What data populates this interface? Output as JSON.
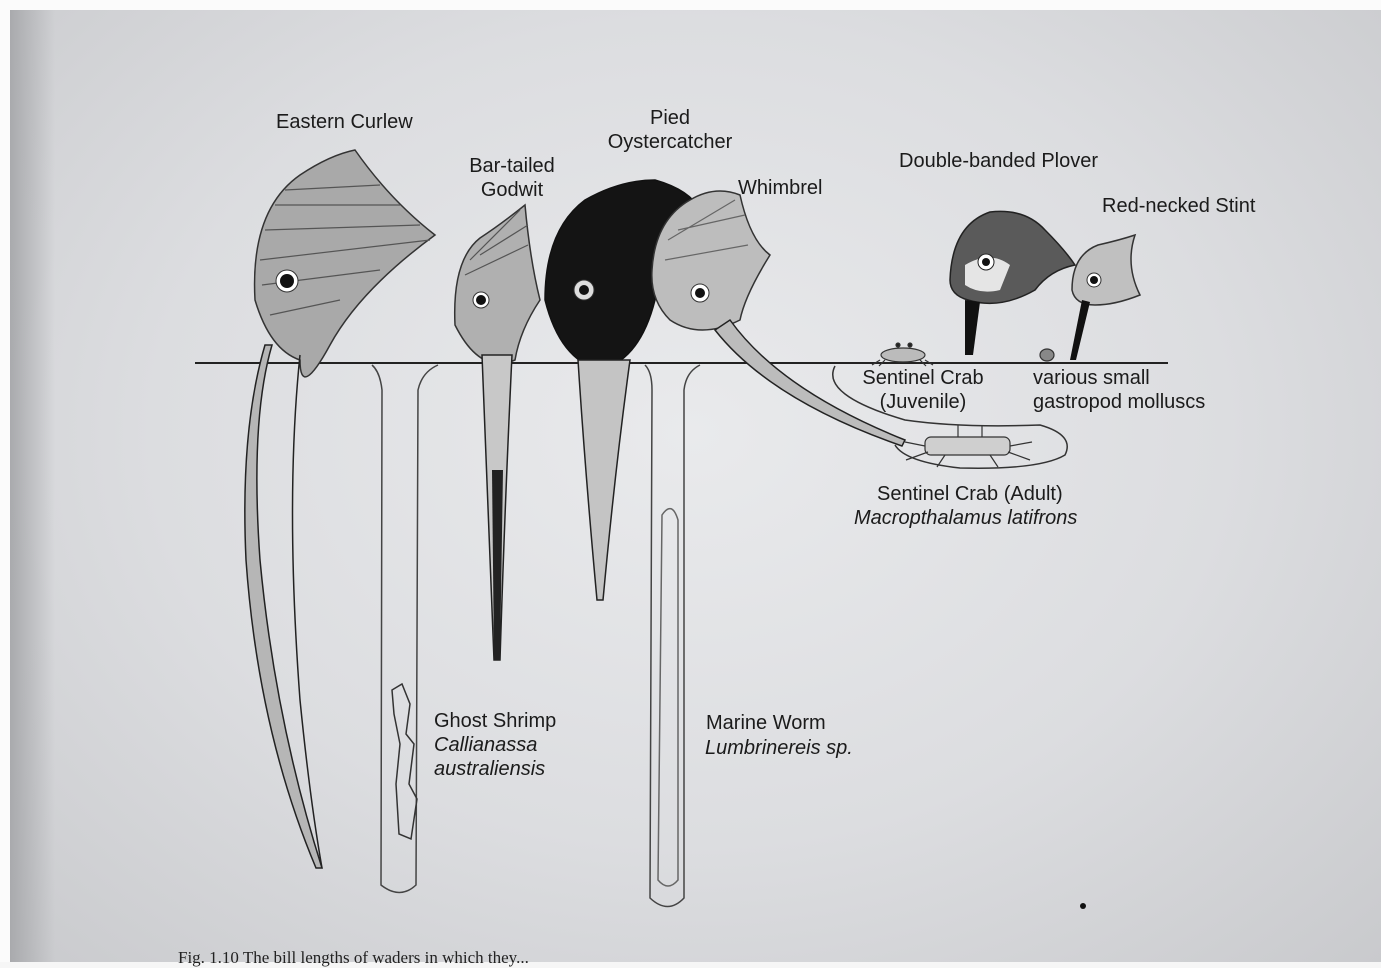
{
  "birds": {
    "eastern_curlew": "Eastern Curlew",
    "bar_tailed_godwit": [
      "Bar-tailed",
      "Godwit"
    ],
    "pied_oystercatcher": [
      "Pied",
      "Oystercatcher"
    ],
    "whimbrel": "Whimbrel",
    "double_banded_plover": "Double-banded Plover",
    "red_necked_stint": "Red-necked Stint"
  },
  "prey": {
    "ghost_shrimp": {
      "common": "Ghost Shrimp",
      "scientific": [
        "Callianassa",
        "australiensis"
      ]
    },
    "marine_worm": {
      "common": "Marine Worm",
      "scientific": "Lumbrinereis sp."
    },
    "sentinel_crab_juvenile": [
      "Sentinel Crab",
      "(Juvenile)"
    ],
    "gastropods": [
      "various small",
      "gastropod molluscs"
    ],
    "sentinel_crab_adult": {
      "common": "Sentinel Crab (Adult)",
      "scientific": "Macropthalamus latifrons"
    }
  },
  "caption": "Fig. 1.10   The bill lengths of waders in which they..."
}
